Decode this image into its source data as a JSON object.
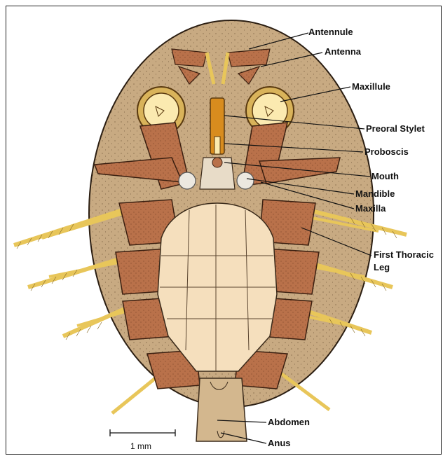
{
  "figure": {
    "labels": {
      "antennule": "Antennule",
      "antenna": "Antenna",
      "maxillule": "Maxillule",
      "preoral_stylet": "Preoral Stylet",
      "proboscis": "Proboscis",
      "mouth": "Mouth",
      "mandible": "Mandible",
      "maxilla": "Maxilla",
      "first_thoracic_leg_line1": "First Thoracic",
      "first_thoracic_leg_line2": "Leg",
      "abdomen": "Abdomen",
      "anus": "Anus"
    },
    "scale_bar": {
      "label": "1 mm"
    },
    "colors": {
      "carapace": "#c8aa82",
      "appendage": "#b9714a",
      "appendage_dark": "#7a3f22",
      "setae": "#e8c65a",
      "thorax": "#f5dfbd",
      "eye_ring": "#d9b35a",
      "eye_inner": "#fbeab0",
      "stylet": "#d88c1e"
    }
  }
}
